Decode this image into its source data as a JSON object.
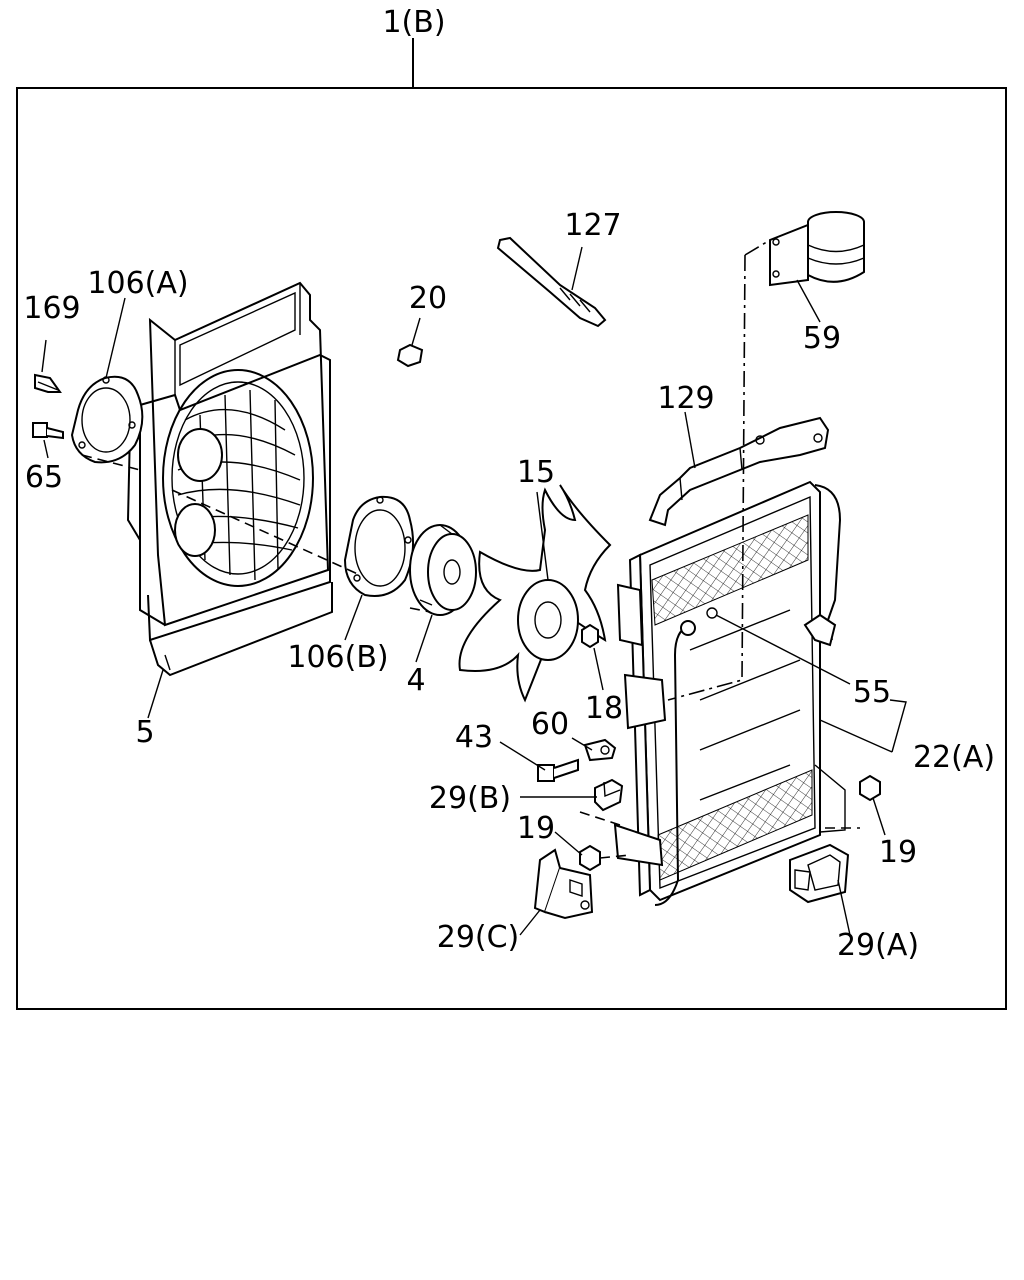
{
  "callouts": {
    "assembly": "1(B)",
    "c169": "169",
    "c106a": "106(A)",
    "c65": "65",
    "c5": "5",
    "c106b": "106(B)",
    "c4": "4",
    "c20": "20",
    "c127": "127",
    "c15": "15",
    "c18": "18",
    "c59": "59",
    "c129": "129",
    "c55": "55",
    "c22a": "22(A)",
    "c60": "60",
    "c43": "43",
    "c29b": "29(B)",
    "c19a": "19",
    "c19b": "19",
    "c29c": "29(C)",
    "c29a": "29(A)"
  },
  "parts": {
    "fan_shroud": "fan-shroud",
    "fan_motor": "fan-motor",
    "fan_blade": "fan-blade",
    "condenser": "condenser",
    "receiver_bracket": "receiver-bracket"
  }
}
